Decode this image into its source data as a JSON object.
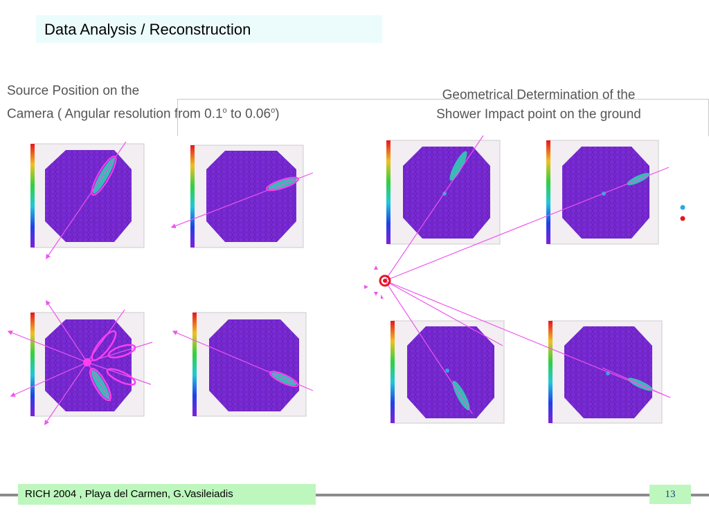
{
  "slide": {
    "title": "Data Analysis / Reconstruction",
    "left_caption": {
      "line1": "Source Position on the",
      "line2_a": "Camera ( Angular resolution from 0.1",
      "deg1": "o",
      "line2_b": " to 0.06",
      "deg2": "o",
      "line2_c": ")"
    },
    "right_caption": {
      "line1": "Geometrical Determination of the",
      "line2": "Shower Impact point on the ground"
    }
  },
  "footer": {
    "conference": "RICH 2004 , Playa del Carmen, G.Vasileiadis",
    "page_number": "13"
  },
  "colors": {
    "camera_fill": "#7a2ad6",
    "camera_bg": "#f2eef2",
    "axis_line": "#ee55ee",
    "ellipse": "#ff3ff0",
    "impact_marker": "#e8141e",
    "telescope_dot": "#2aa8e0"
  }
}
